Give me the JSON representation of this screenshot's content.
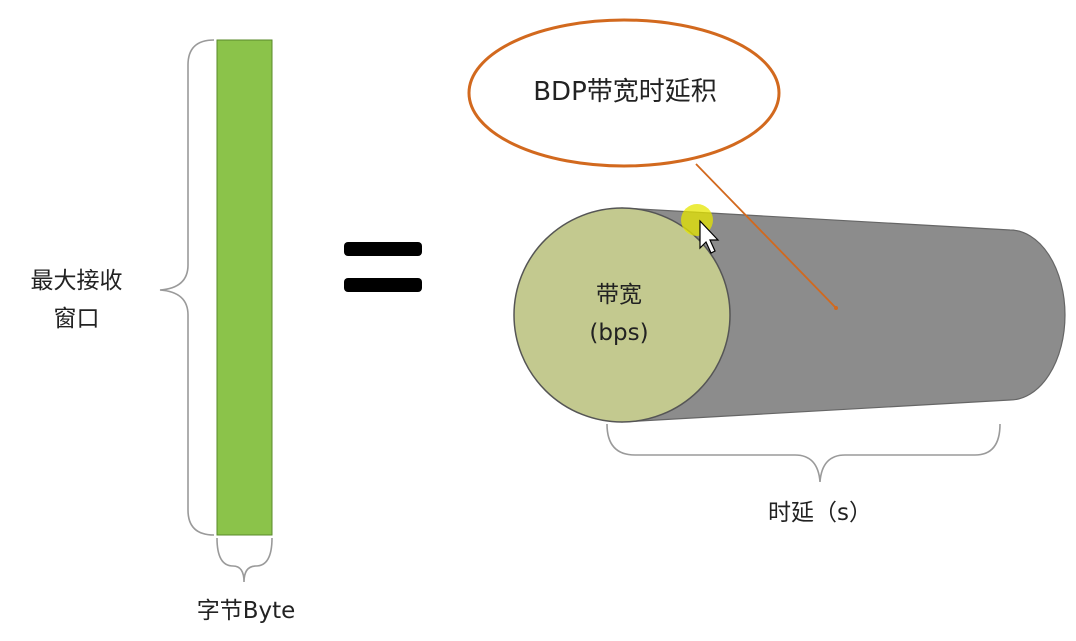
{
  "left_label": {
    "line1": "最大接收",
    "line2": "窗口"
  },
  "bar_bottom_label": "字节Byte",
  "equals_sign": "=",
  "callout": "BDP带宽时延积",
  "circle_label": {
    "line1": "带宽",
    "line2": "(bps)"
  },
  "pipe_bottom_label": "时延（s）",
  "colors": {
    "bar_fill": "#8bc34a",
    "bar_stroke": "#5a8a2a",
    "circle_fill": "#c3c98f",
    "pipe_fill": "#8c8c8c",
    "callout_stroke": "#d2691e",
    "cursor_highlight": "#e6e600"
  },
  "icons": {
    "cursor": "mouse-pointer-icon"
  }
}
